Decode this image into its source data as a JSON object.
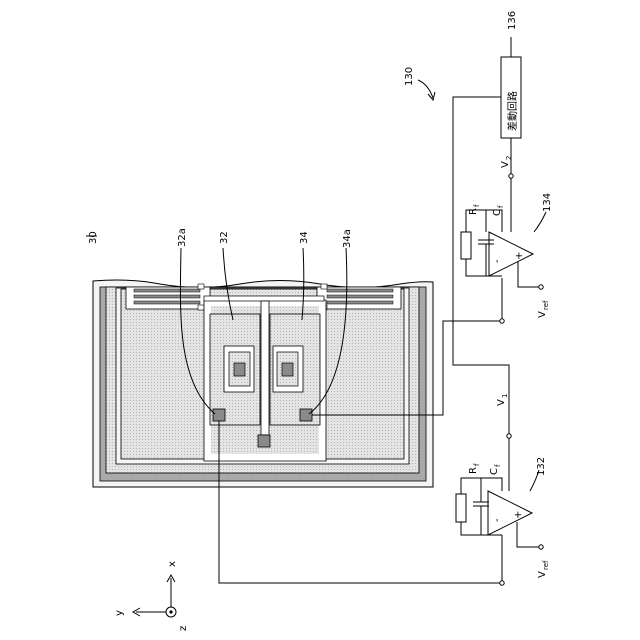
{
  "figure": {
    "labels": {
      "ref_30": "30",
      "ref_32a": "32a",
      "ref_32": "32",
      "ref_34": "34",
      "ref_34a": "34a",
      "ref_130": "130",
      "ref_132": "132",
      "ref_134": "134",
      "ref_136": "136",
      "diff_circuit": "差動回路",
      "v1": "V",
      "v1_sub": "1",
      "v2": "V",
      "v2_sub": "2",
      "rf_a": "R",
      "rf_a_sub": "f",
      "cf_a": "C",
      "cf_a_sub": "f",
      "rf_b": "R",
      "rf_b_sub": "f",
      "cf_b": "C",
      "cf_b_sub": "f",
      "vref_a": "V",
      "vref_a_sub": "ref",
      "vref_b": "V",
      "vref_b_sub": "ref",
      "minus_a": "-",
      "plus_a": "+",
      "minus_b": "-",
      "plus_b": "+",
      "axis_x": "x",
      "axis_y": "y",
      "axis_z": "z"
    }
  }
}
